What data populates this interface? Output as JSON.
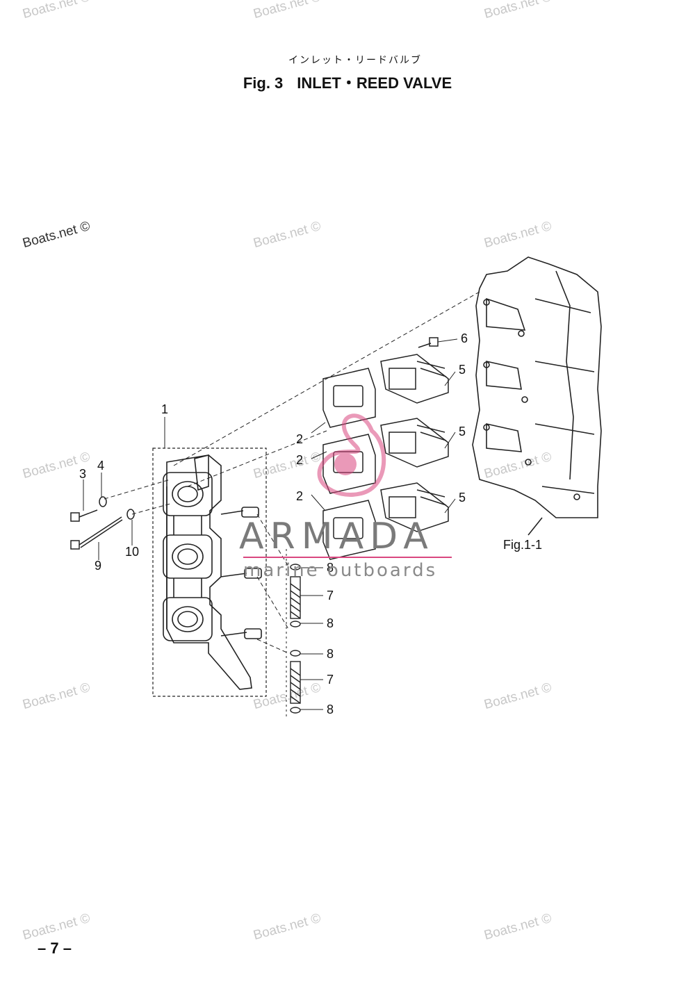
{
  "figure": {
    "title_jp": "インレット・リードバルブ",
    "fig_number": "Fig. 3",
    "title_en": "INLET・REED VALVE",
    "reference": "Fig.1-1"
  },
  "callouts": [
    {
      "id": "c1",
      "label": "1"
    },
    {
      "id": "c2a",
      "label": "2"
    },
    {
      "id": "c2b",
      "label": "2"
    },
    {
      "id": "c2c",
      "label": "2"
    },
    {
      "id": "c3",
      "label": "3"
    },
    {
      "id": "c4",
      "label": "4"
    },
    {
      "id": "c5a",
      "label": "5"
    },
    {
      "id": "c5b",
      "label": "5"
    },
    {
      "id": "c5c",
      "label": "5"
    },
    {
      "id": "c6",
      "label": "6"
    },
    {
      "id": "c7a",
      "label": "7"
    },
    {
      "id": "c7b",
      "label": "7"
    },
    {
      "id": "c8a",
      "label": "8"
    },
    {
      "id": "c8b",
      "label": "8"
    },
    {
      "id": "c8c",
      "label": "8"
    },
    {
      "id": "c8d",
      "label": "8"
    },
    {
      "id": "c9",
      "label": "9"
    },
    {
      "id": "c10",
      "label": "10"
    }
  ],
  "watermark": {
    "text": "Boats.net ©",
    "color": "#c8c8c8"
  },
  "logo": {
    "name": "ARMADA",
    "tagline": "marine outboards",
    "accent": "#d9477f"
  },
  "page": {
    "number": "– 7 –"
  }
}
